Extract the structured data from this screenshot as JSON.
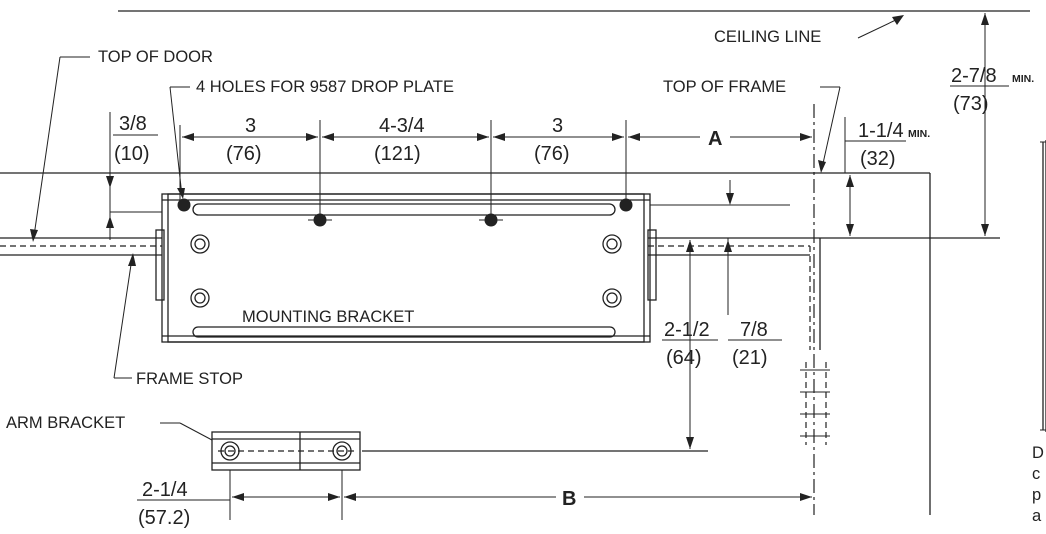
{
  "labels": {
    "ceiling_line": "CEILING LINE",
    "top_of_door": "TOP OF DOOR",
    "holes": "4 HOLES FOR 9587 DROP PLATE",
    "top_of_frame": "TOP OF FRAME",
    "mounting_bracket": "MOUNTING BRACKET",
    "frame_stop": "FRAME STOP",
    "arm_bracket": "ARM BRACKET",
    "dim_a": "A",
    "dim_b": "B",
    "min_suffix": "MIN.",
    "side_note": [
      "D",
      "c",
      "p",
      "a"
    ]
  },
  "dimensions": {
    "d_3_8": {
      "in": "3/8",
      "mm": "(10)"
    },
    "d_3_left": {
      "in": "3",
      "mm": "(76)"
    },
    "d_4_3_4": {
      "in": "4-3/4",
      "mm": "(121)"
    },
    "d_3_right": {
      "in": "3",
      "mm": "(76)"
    },
    "d_1_1_4": {
      "in": "1-1/4",
      "mm": "(32)"
    },
    "d_2_7_8": {
      "in": "2-7/8",
      "mm": "(73)"
    },
    "d_2_1_2": {
      "in": "2-1/2",
      "mm": "(64)"
    },
    "d_7_8": {
      "in": "7/8",
      "mm": "(21)"
    },
    "d_2_1_4": {
      "in": "2-1/4",
      "mm": "(57.2)"
    }
  }
}
